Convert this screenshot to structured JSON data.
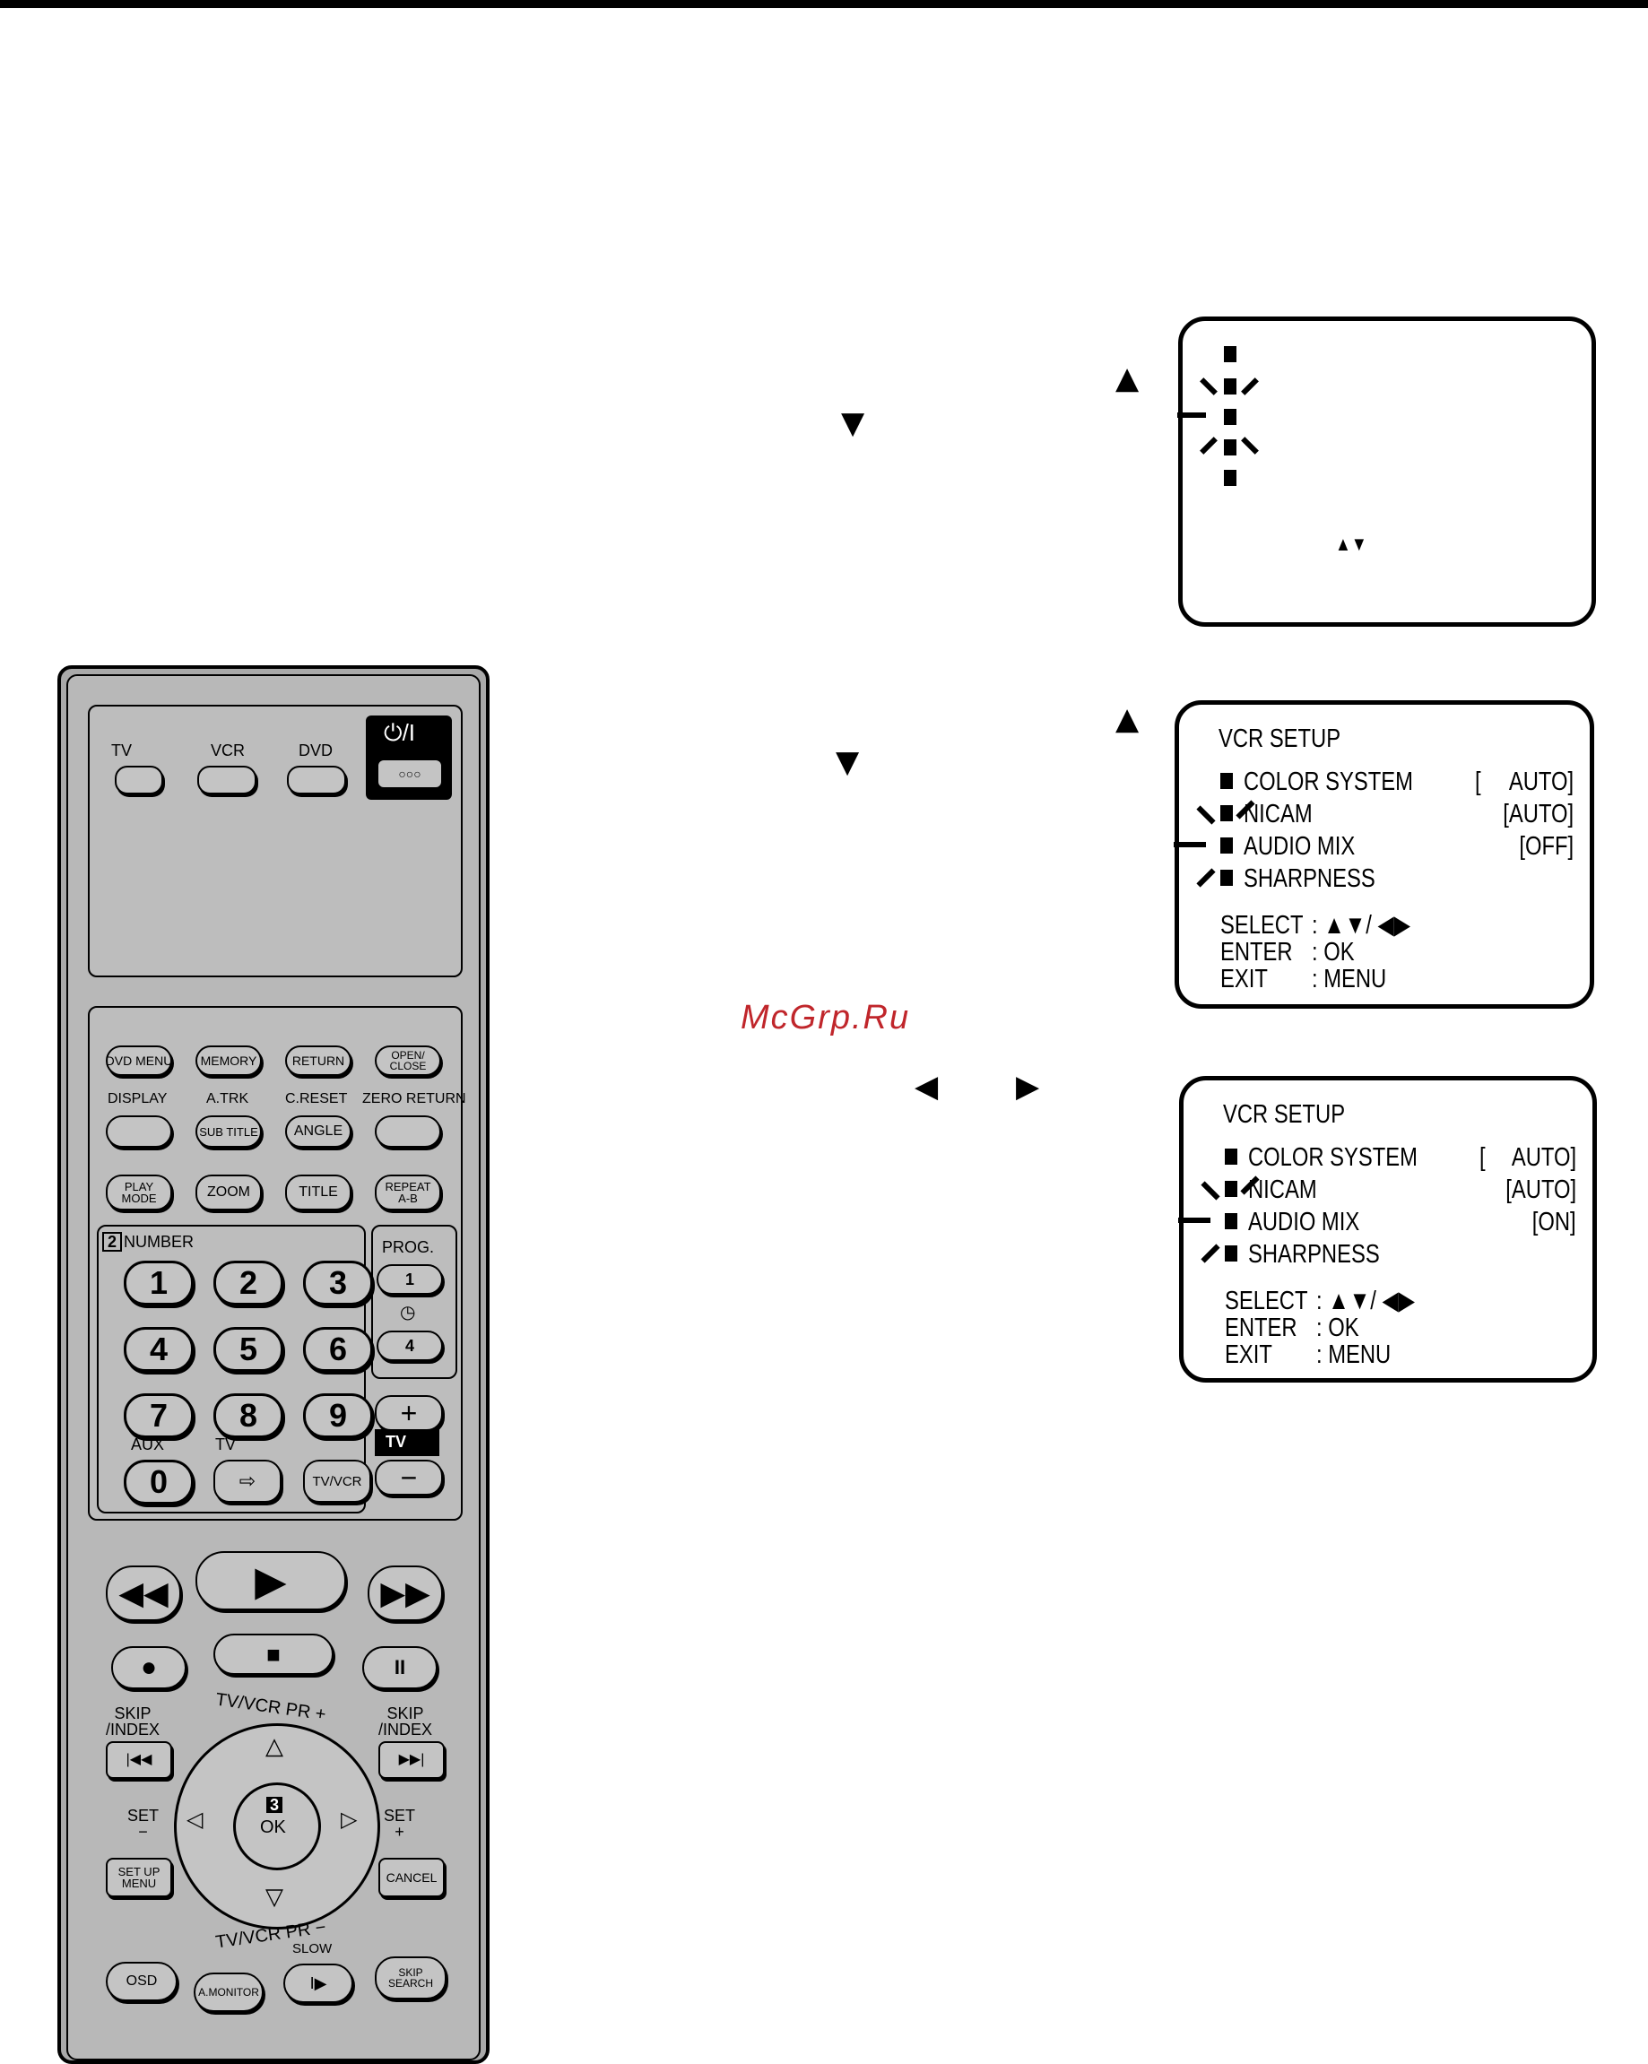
{
  "page": {
    "watermark": "McGrp.Ru"
  },
  "arrows": {
    "up": "▲",
    "down": "▼",
    "left": "◀",
    "right": "▶"
  },
  "osd1": {
    "select_arrows": "▲▼"
  },
  "osd2": {
    "title": "VCR SETUP",
    "items": [
      {
        "label": "COLOR SYSTEM",
        "bracket": "[",
        "value": "AUTO]"
      },
      {
        "label": "NICAM",
        "value": "[AUTO]"
      },
      {
        "label": "AUDIO MIX",
        "value": "[OFF]"
      },
      {
        "label": "SHARPNESS",
        "value": ""
      }
    ],
    "help": [
      {
        "key": "SELECT",
        "value": ": ▲▼/ ◀▶"
      },
      {
        "key": "ENTER",
        "value": ": OK"
      },
      {
        "key": "EXIT",
        "value": ": MENU"
      }
    ]
  },
  "osd3": {
    "title": "VCR SETUP",
    "items": [
      {
        "label": "COLOR SYSTEM",
        "bracket": "[",
        "value": "AUTO]"
      },
      {
        "label": "NICAM",
        "value": "[AUTO]"
      },
      {
        "label": "AUDIO MIX",
        "value": "[ON]"
      },
      {
        "label": "SHARPNESS",
        "value": ""
      }
    ],
    "help": [
      {
        "key": "SELECT",
        "value": ": ▲▼/ ◀▶"
      },
      {
        "key": "ENTER",
        "value": ": OK"
      },
      {
        "key": "EXIT",
        "value": ": MENU"
      }
    ]
  },
  "remote": {
    "mode": {
      "tv": "TV",
      "vcr": "VCR",
      "dvd": "DVD",
      "power": "⏻/I",
      "dots": "○○○"
    },
    "row1": [
      "DVD MENU",
      "MEMORY",
      "RETURN",
      "OPEN/\nCLOSE"
    ],
    "row2_labels": [
      "DISPLAY",
      "A.TRK",
      "C.RESET",
      "ZERO RETURN"
    ],
    "row2_buttons": [
      "",
      "SUB TITLE",
      "ANGLE",
      ""
    ],
    "row3": [
      "PLAY\nMODE",
      "ZOOM",
      "TITLE",
      "REPEAT\nA-B"
    ],
    "number_label": "NUMBER",
    "number_badge": "2",
    "prog": "PROG.",
    "prog_keys": [
      "1",
      "4"
    ],
    "digits": [
      "1",
      "2",
      "3",
      "4",
      "5",
      "6",
      "7",
      "8",
      "9",
      "0"
    ],
    "aux": "AUX",
    "tv_small": "TV",
    "tvvcr": "TV/VCR",
    "plus": "+",
    "minus": "−",
    "tv_vol": "TV",
    "transport": {
      "play": "▶",
      "stop": "■",
      "rec": "●",
      "pause": "II"
    },
    "skip_left": "SKIP\n/INDEX",
    "skip_right": "SKIP\n/INDEX",
    "pr_up": "TV/VCR PR +",
    "pr_down": "TV/VCR PR −",
    "set_minus": "SET\n−",
    "set_plus": "SET\n+",
    "ok_badge": "3",
    "ok": "OK",
    "setup_menu": "SET UP\nMENU",
    "cancel": "CANCEL",
    "osd": "OSD",
    "amonitor": "A.MONITOR",
    "slow": "SLOW",
    "skip_search": "SKIP\nSEARCH"
  }
}
